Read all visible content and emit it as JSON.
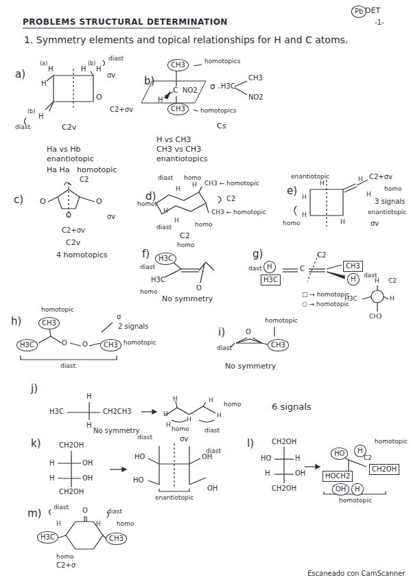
{
  "diagram": {
    "title": "PROBLEMS STRUCTURAL DETERMINATION",
    "nodes": [
      {
        "text": [
          "Pb"
        ]
      },
      {
        "text": [
          "CH3"
        ]
      },
      {
        "text": [
          "CH3"
        ]
      },
      {
        "text": [
          "H3C"
        ]
      },
      {
        "text": [
          "H"
        ]
      },
      {
        "text": [
          "CH3"
        ]
      },
      {
        "text": [
          "H"
        ]
      },
      {
        "text": [
          "H3C"
        ]
      },
      {
        "text": [
          "CH3"
        ]
      },
      {
        "text": [
          "H3C"
        ]
      },
      {
        "text": [
          "CH3"
        ]
      },
      {
        "text": [
          "CH3"
        ]
      },
      {
        "text": [
          "HO"
        ]
      },
      {
        "text": [
          "H"
        ]
      },
      {
        "text": [
          "CH2OH"
        ]
      },
      {
        "text": [
          "HOCH2"
        ]
      },
      {
        "text": [
          "OH"
        ]
      },
      {
        "text": [
          "H"
        ]
      },
      {
        "text": [
          "H3C"
        ]
      },
      {
        "text": [
          "CH3"
        ]
      }
    ],
    "labels": [
      "DET",
      "-1-",
      "1. Symmetry elements and topical relationships for H and C atoms.",
      "a)",
      "(a)",
      "H",
      "H",
      "(b)",
      "H",
      "diast",
      "σv",
      "H",
      "(b)",
      "diast",
      "H",
      "O",
      "C2+σv",
      "C2v",
      "Ha vs Hb",
      "enantiotopic",
      "Ha Ha",
      "homotopic",
      "b)",
      "homotopics",
      "C",
      "NO2",
      "H",
      "σ",
      "H3C",
      "CH3",
      "NO2",
      "homotopics",
      "Cs",
      "H vs CH3",
      "CH3 vs CH3",
      "enantiotopics",
      "c)",
      "C2",
      "O",
      "O",
      "O",
      "σv",
      "C2+σv",
      "C2v",
      "4 homotopics",
      "d)",
      "diast",
      "homo",
      "H",
      "H",
      "CH3 ← homotopic",
      "C2",
      "CH3 ← homotopic",
      "homot",
      "diast",
      "homo",
      "C2",
      "H",
      "H",
      "e)",
      "enantiotopic",
      "C2+σv",
      "homo",
      "3 signals",
      "enantiotopic",
      "homo",
      "σv",
      "H",
      "H",
      "H",
      "H",
      "H",
      "H",
      "f)",
      "homo",
      "diast",
      "H3C",
      "homo",
      "O",
      "No symmetry",
      "g)",
      "dast",
      "C",
      "C2",
      "dast",
      "□ → homotopic",
      "○ → homotopic",
      "H",
      "C2",
      "H3C",
      "H",
      "CH3",
      "h)",
      "homotopic",
      "O",
      "O",
      "σ",
      "2 signals",
      "homotopic",
      "diast.",
      "i)",
      "homotopic",
      "O",
      "diast",
      "No symmetry",
      "j)",
      "H3C",
      "H",
      "H",
      "CH2CH3",
      "No symmetry",
      "H",
      "H",
      "H",
      "H",
      "H",
      "homo",
      "H",
      "homo",
      "diast",
      "6 signals",
      "k)",
      "CH2OH",
      "H",
      "OH",
      "H",
      "OH",
      "CH2OH",
      "diast",
      "σv",
      "diast",
      "HO",
      "HO",
      "OH",
      "OH",
      "enantiotopic",
      "l)",
      "CH2OH",
      "HO",
      "H",
      "H",
      "OH",
      "CH2OH",
      "homotopic",
      "C2",
      "homotopic",
      "m)",
      "diast",
      "O",
      "diast",
      "homo",
      "homo",
      "C2+σ",
      "H",
      "H",
      "Escaneado con CamScanner"
    ]
  }
}
